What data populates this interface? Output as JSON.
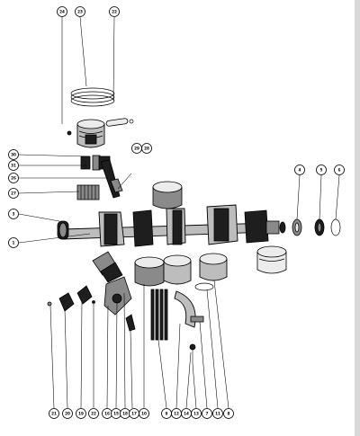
{
  "diagram": {
    "callouts": [
      {
        "id": "24",
        "label": "24"
      },
      {
        "id": "23",
        "label": "23"
      },
      {
        "id": "22",
        "label": "22"
      },
      {
        "id": "30",
        "label": "30"
      },
      {
        "id": "31",
        "label": "31"
      },
      {
        "id": "26",
        "label": "26"
      },
      {
        "id": "27",
        "label": "27"
      },
      {
        "id": "29",
        "label": "29"
      },
      {
        "id": "28",
        "label": "28"
      },
      {
        "id": "3",
        "label": "3"
      },
      {
        "id": "1",
        "label": "1"
      },
      {
        "id": "4",
        "label": "4"
      },
      {
        "id": "5",
        "label": "5"
      },
      {
        "id": "6",
        "label": "6"
      },
      {
        "id": "21",
        "label": "21"
      },
      {
        "id": "20",
        "label": "20"
      },
      {
        "id": "19",
        "label": "19"
      },
      {
        "id": "22b",
        "label": "22"
      },
      {
        "id": "16",
        "label": "16"
      },
      {
        "id": "15",
        "label": "15"
      },
      {
        "id": "18",
        "label": "18"
      },
      {
        "id": "17",
        "label": "17"
      },
      {
        "id": "10",
        "label": "10"
      },
      {
        "id": "9",
        "label": "9"
      },
      {
        "id": "12",
        "label": "12"
      },
      {
        "id": "14",
        "label": "14"
      },
      {
        "id": "13",
        "label": "13"
      },
      {
        "id": "7",
        "label": "7"
      },
      {
        "id": "11",
        "label": "11"
      },
      {
        "id": "8",
        "label": "8"
      }
    ]
  }
}
